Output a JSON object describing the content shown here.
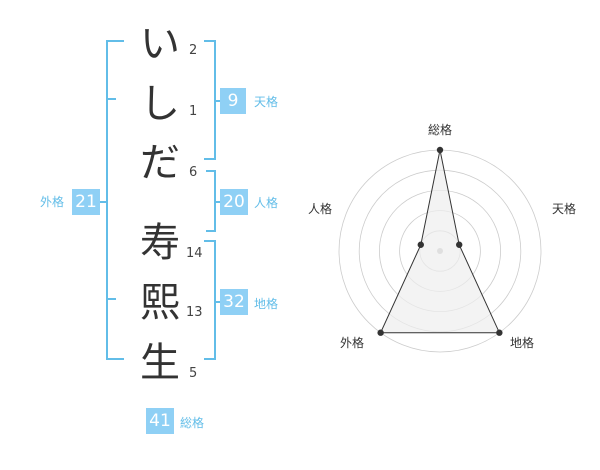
{
  "name_chars": [
    {
      "char": "い",
      "strokes": "2"
    },
    {
      "char": "し",
      "strokes": "1"
    },
    {
      "char": "だ",
      "strokes": "6"
    },
    {
      "char": "寿",
      "strokes": "14"
    },
    {
      "char": "熙",
      "strokes": "13"
    },
    {
      "char": "生",
      "strokes": "5"
    }
  ],
  "kaku": {
    "tenkaku": {
      "label": "天格",
      "value": "9"
    },
    "jinkaku": {
      "label": "人格",
      "value": "20"
    },
    "chikaku": {
      "label": "地格",
      "value": "32"
    },
    "gaikaku": {
      "label": "外格",
      "value": "21"
    },
    "soukaku": {
      "label": "総格",
      "value": "41"
    }
  },
  "chart_data": {
    "type": "radar",
    "axes": [
      "総格",
      "天格",
      "地格",
      "外格",
      "人格"
    ],
    "values": [
      5,
      1,
      5,
      5,
      1
    ],
    "max": 5,
    "rings": 5,
    "colors": {
      "fill": "#eeeeee",
      "stroke": "#333333",
      "grid": "#cccccc",
      "center": "#bbbbbb"
    }
  }
}
